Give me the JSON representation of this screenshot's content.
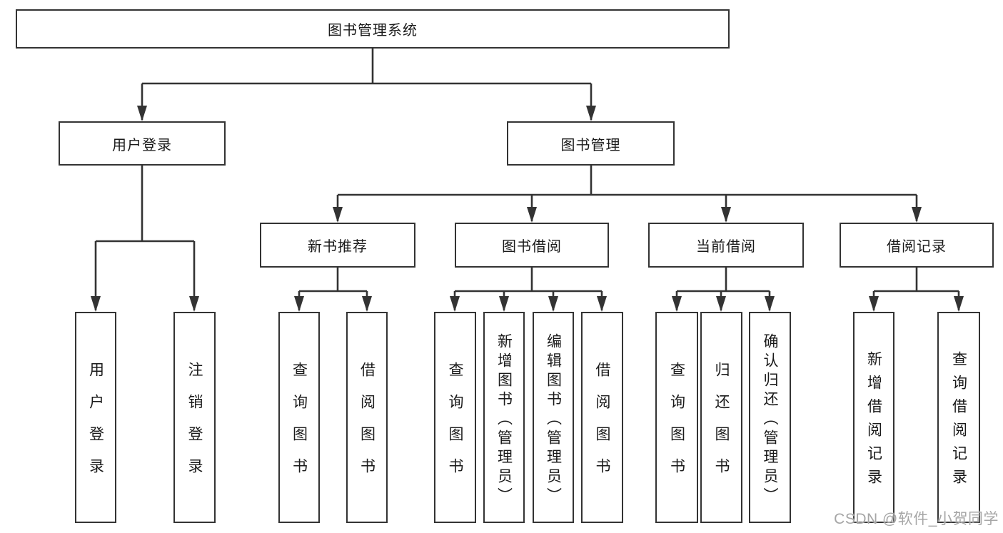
{
  "diagram": {
    "root": {
      "label": "图书管理系统"
    },
    "level2": [
      {
        "label": "用户登录"
      },
      {
        "label": "图书管理"
      }
    ],
    "level3": [
      {
        "label": "新书推荐"
      },
      {
        "label": "图书借阅"
      },
      {
        "label": "当前借阅"
      },
      {
        "label": "借阅记录"
      }
    ],
    "leaves": [
      {
        "label": "用户登录"
      },
      {
        "label": "注销登录"
      },
      {
        "label": "查询图书"
      },
      {
        "label": "借阅图书"
      },
      {
        "label": "查询图书"
      },
      {
        "label": "新增图书（管理员）"
      },
      {
        "label": "编辑图书（管理员）"
      },
      {
        "label": "借阅图书"
      },
      {
        "label": "查询图书"
      },
      {
        "label": "归还图书"
      },
      {
        "label": "确认归还（管理员）"
      },
      {
        "label": "新增借阅记录"
      },
      {
        "label": "查询借阅记录"
      }
    ]
  },
  "watermark": {
    "text": "CSDN @软件_小贺同学"
  },
  "colors": {
    "line": "#333333",
    "border": "#333333",
    "bg": "#ffffff",
    "text": "#1a1a1a",
    "watermark": "#a6a6a6"
  }
}
